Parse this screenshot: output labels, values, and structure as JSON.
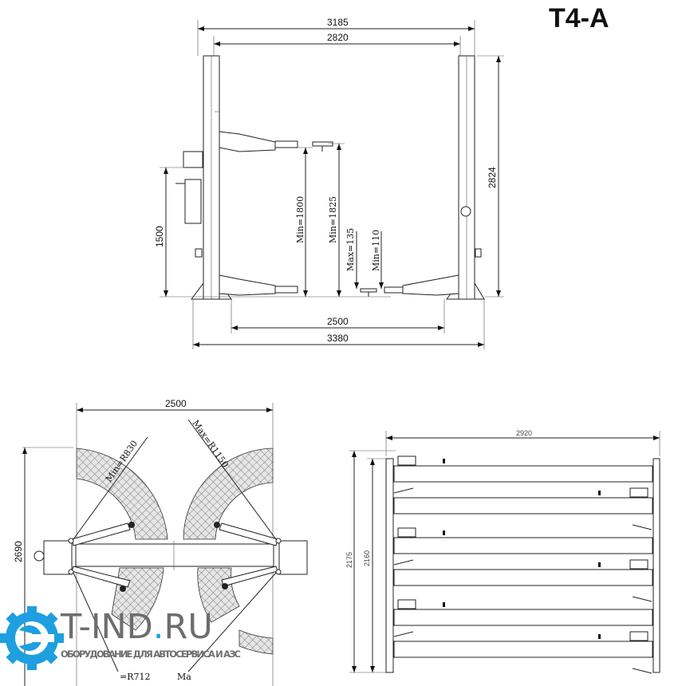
{
  "title": "T4-A",
  "front_view": {
    "overall_width": "3185",
    "inner_width": "2820",
    "height": "2824",
    "motor_height": "1500",
    "min_height_1": "Min=1800",
    "min_height_2": "Min=1825",
    "max_pad": "Max=135",
    "min_pad": "Min=110",
    "base_inner": "2500",
    "base_outer": "3380"
  },
  "plan_view": {
    "width": "2500",
    "depth": "2690",
    "min_radius": "Min=R830",
    "max_radius": "Max=R1150",
    "min_radius_short": "=R712",
    "max_radius_short_cut": "Ma"
  },
  "side_view": {
    "width": "2920",
    "outer_height": "2175",
    "inner_height": "2160"
  },
  "watermark": {
    "name_prefix": "T-IND",
    "name_dot": ".",
    "name_suffix": "RU",
    "tagline": "ОБОРУДОВАНИЕ ДЛЯ АВТОСЕРВИСА И АЗС",
    "brand_color": "#1e9fe0",
    "text_color": "#6d6d6d"
  }
}
